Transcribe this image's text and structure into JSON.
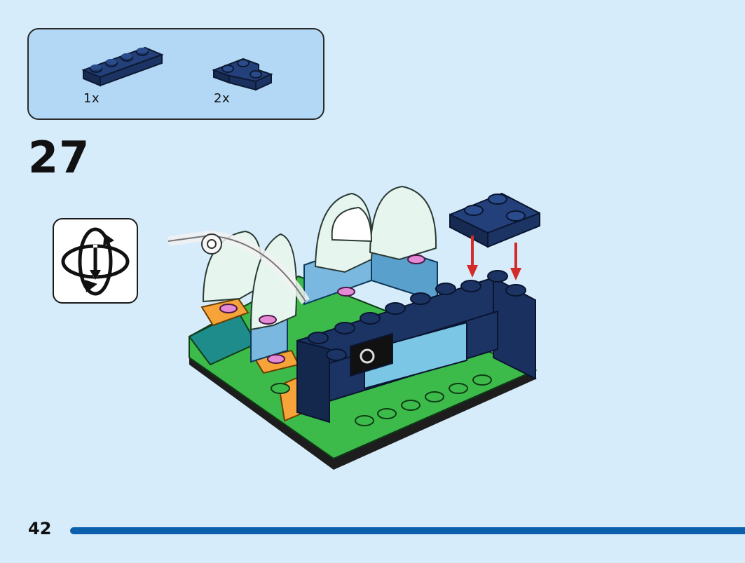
{
  "parts_list": {
    "items": [
      {
        "icon": "dark-blue-plate-1x4-icon",
        "quantity": "1x",
        "color": "#1c3464"
      },
      {
        "icon": "dark-blue-corner-plate-icon",
        "quantity": "2x",
        "color": "#1c3464"
      }
    ]
  },
  "step": {
    "number": "27"
  },
  "rotate_indicator": {
    "icon": "rotate-model-icon"
  },
  "model": {
    "icon": "model-assembly-illustration"
  },
  "footer": {
    "page_number": "42",
    "progress_color": "#0b5fad"
  },
  "colors": {
    "background": "#d6ecfb",
    "parts_box": "#b3d8f5",
    "dark_blue": "#1c3464",
    "green": "#3dbb4a",
    "arrow_red": "#d32a2a"
  }
}
